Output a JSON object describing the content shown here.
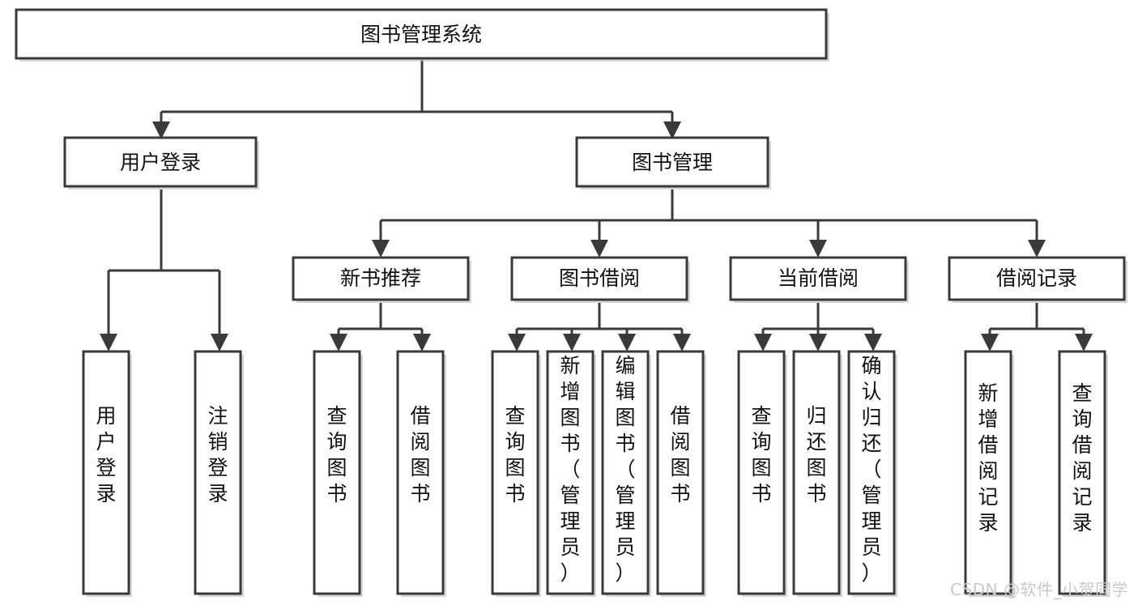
{
  "diagram": {
    "type": "tree-hierarchy",
    "title": "图书管理系统",
    "watermark": "CSDN @软件_小贺同学",
    "colors": {
      "box_stroke": "#3a3a3a",
      "box_fill": "#ffffff",
      "text": "#111111",
      "connector": "#3a3a3a",
      "watermark": "#c9c9c9",
      "background": "#ffffff"
    },
    "root": {
      "label": "图书管理系统"
    },
    "level2": [
      {
        "label": "用户登录"
      },
      {
        "label": "图书管理"
      }
    ],
    "level3": [
      {
        "label": "新书推荐"
      },
      {
        "label": "图书借阅"
      },
      {
        "label": "当前借阅"
      },
      {
        "label": "借阅记录"
      }
    ],
    "leaves": {
      "user_login": [
        {
          "label": "用户登录"
        },
        {
          "label": "注销登录"
        }
      ],
      "new_book_recommend": [
        {
          "label": "查询图书"
        },
        {
          "label": "借阅图书"
        }
      ],
      "book_borrow": [
        {
          "label": "查询图书"
        },
        {
          "label": "新增图书（管理员）"
        },
        {
          "label": "编辑图书（管理员）"
        },
        {
          "label": "借阅图书"
        }
      ],
      "current_borrow": [
        {
          "label": "查询图书"
        },
        {
          "label": "归还图书"
        },
        {
          "label": "确认归还（管理员）"
        }
      ],
      "borrow_record": [
        {
          "label": "新增借阅记录"
        },
        {
          "label": "查询借阅记录"
        }
      ]
    }
  }
}
